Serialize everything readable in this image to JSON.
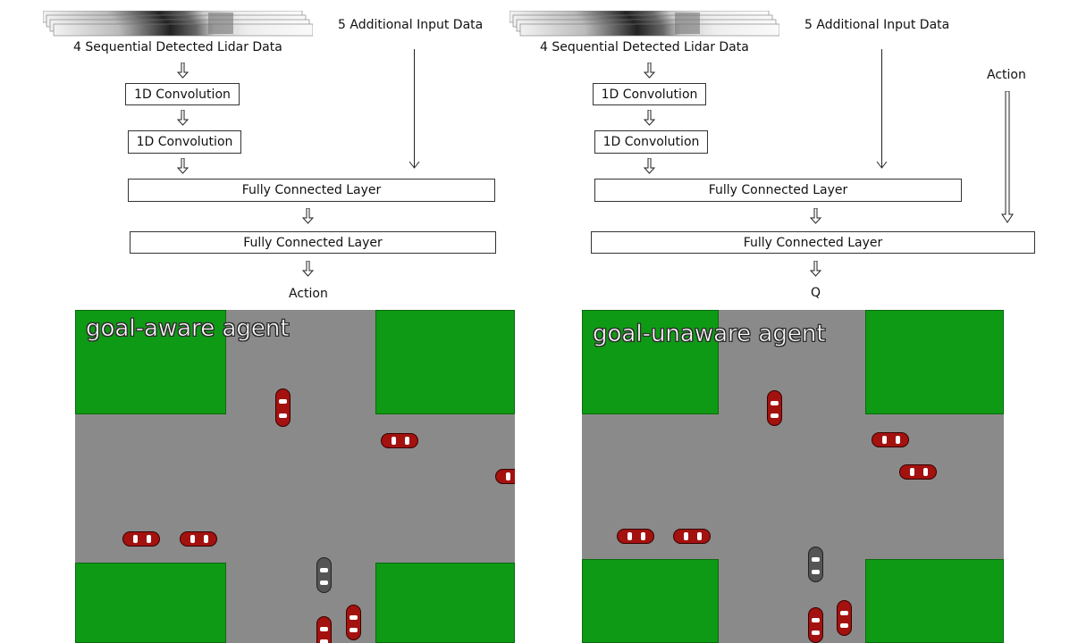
{
  "left": {
    "lidar_label": "4 Sequential Detected Lidar Data",
    "additional_label": "5 Additional Input Data",
    "conv1": "1D Convolution",
    "conv2": "1D Convolution",
    "fc1": "Fully Connected Layer",
    "fc2": "Fully Connected Layer",
    "output": "Action",
    "scene_title": "goal-aware agent"
  },
  "right": {
    "lidar_label": "4 Sequential Detected Lidar Data",
    "additional_label": "5 Additional Input Data",
    "action_input": "Action",
    "conv1": "1D Convolution",
    "conv2": "1D Convolution",
    "fc1": "Fully Connected Layer",
    "fc2": "Fully Connected Layer",
    "output": "Q",
    "scene_title": "goal-unaware agent"
  },
  "colors": {
    "road": "#8a8a8a",
    "grass": "#0e9a14",
    "car_red": "#a3120f",
    "car_grey": "#555555"
  }
}
